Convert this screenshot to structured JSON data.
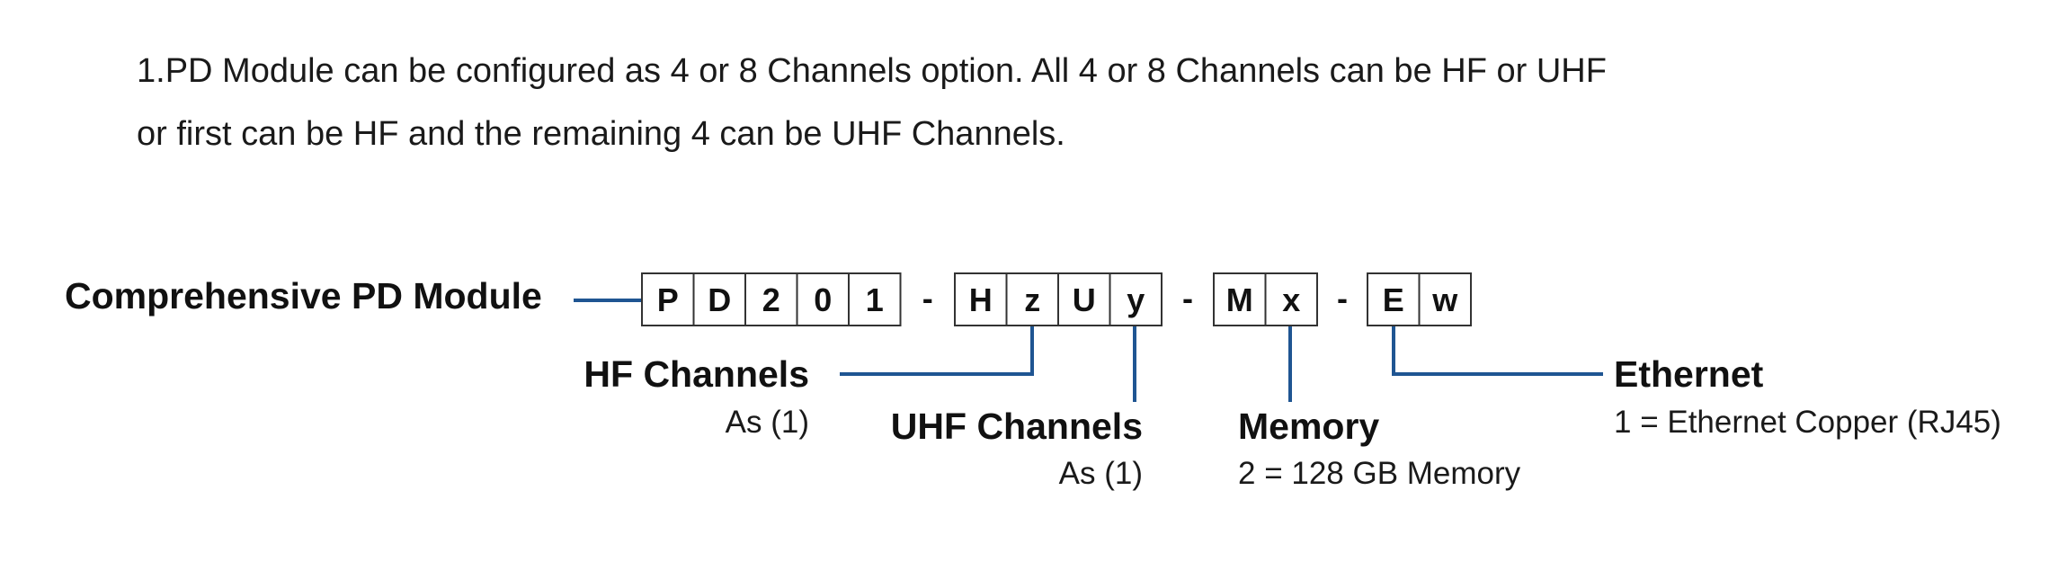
{
  "note": {
    "line1": "1.PD Module can be configured as 4 or 8 Channels option. All 4 or 8 Channels can be HF or UHF",
    "line2": "or first can be HF and the remaining 4 can be UHF Channels."
  },
  "code": {
    "groups": [
      [
        "P",
        "D",
        "2",
        "0",
        "1"
      ],
      [
        "H",
        "z",
        "U",
        "y"
      ],
      [
        "M",
        "x"
      ],
      [
        "E",
        "w"
      ]
    ],
    "separator": "-"
  },
  "labels": {
    "module": "Comprehensive PD Module",
    "hf_title": "HF Channels",
    "hf_value": "As (1)",
    "uhf_title": "UHF Channels",
    "uhf_value": "As (1)",
    "memory_title": "Memory",
    "memory_value": "2 = 128 GB Memory",
    "ethernet_title": "Ethernet",
    "ethernet_value": "1 = Ethernet Copper (RJ45)"
  },
  "colors": {
    "connector": "#1f5592",
    "box_border": "#333333"
  }
}
